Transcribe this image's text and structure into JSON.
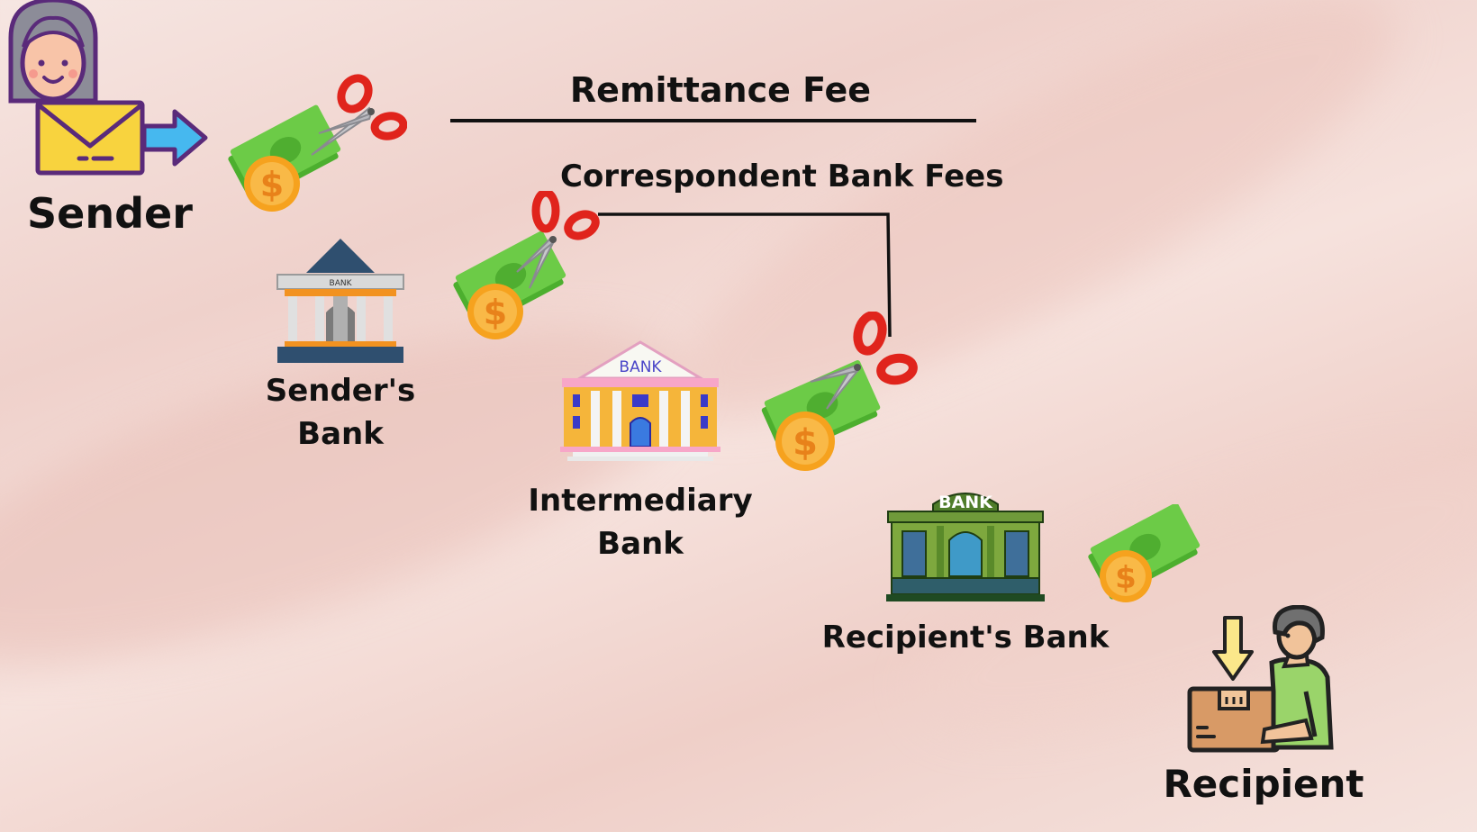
{
  "labels": {
    "sender": "Sender",
    "senders_bank_line1": "Sender's",
    "senders_bank_line2": "Bank",
    "intermediary_bank_line1": "Intermediary",
    "intermediary_bank_line2": "Bank",
    "recipients_bank": "Recipient's Bank",
    "recipient": "Recipient",
    "remittance_fee": "Remittance Fee",
    "correspondent_bank_fees": "Correspondent Bank Fees"
  },
  "bank_signs": {
    "senders_bank": "BANK",
    "intermediary_bank": "BANK",
    "recipients_bank": "BANK"
  },
  "icons": [
    "sender-avatar-icon",
    "envelope-icon",
    "arrow-right-icon",
    "money-coin-icon",
    "scissors-icon",
    "bank-building-icon",
    "delivery-person-icon",
    "package-icon",
    "arrow-down-icon"
  ],
  "colors": {
    "background": "#f3dcd7",
    "text": "#111111",
    "money_green": "#5cbf3a",
    "coin_orange": "#f6a21e",
    "scissors_red": "#e0241c",
    "purple_outline": "#5a2a7a"
  }
}
